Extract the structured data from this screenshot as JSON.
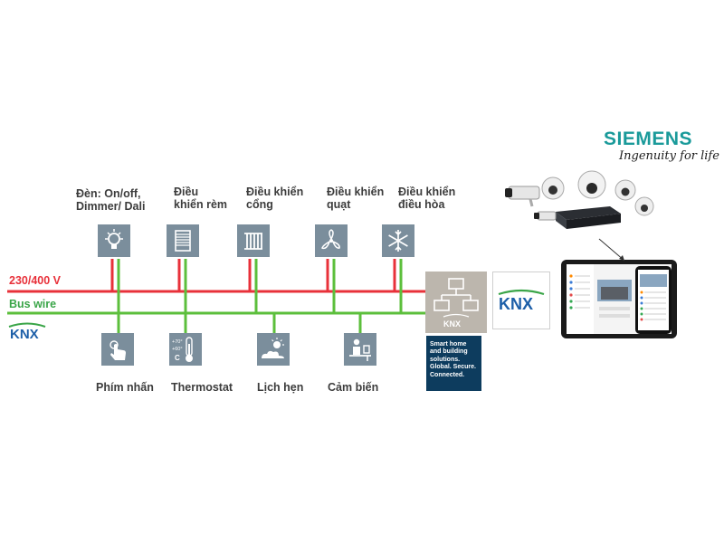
{
  "brand": {
    "name": "SIEMENS",
    "slogan": "Ingenuity for life"
  },
  "bus": {
    "power_label": "230/400 V",
    "bus_label": "Bus wire",
    "knx_logo": "KNX"
  },
  "colors": {
    "power_line": "#e8313a",
    "bus_line": "#5cbf3c",
    "icon_bg": "#7b8e9c",
    "knx_green": "#3aa548",
    "knx_blue": "#1d5fa8",
    "brand_teal": "#1a9a9a",
    "gateway_bg": "#bcb6ad",
    "panel_bg": "#0d3c5e"
  },
  "actuators": [
    {
      "label": "Đèn: On/off,\nDimmer/ Dali",
      "icon": "bulb-icon"
    },
    {
      "label": "Điều\nkhiển rèm",
      "icon": "blinds-icon"
    },
    {
      "label": "Điều khiển\ncổng",
      "icon": "gate-icon"
    },
    {
      "label": "Điều khiển\nquạt",
      "icon": "fan-icon"
    },
    {
      "label": "Điều khiển\nđiều hòa",
      "icon": "snowflake-icon"
    }
  ],
  "sensors": [
    {
      "label": "Phím nhấn",
      "icon": "push-button-icon"
    },
    {
      "label": "Thermostat",
      "icon": "thermometer-icon",
      "icon_text": [
        "+70°",
        "+60°",
        "C"
      ]
    },
    {
      "label": "Lịch hẹn",
      "icon": "sun-cloud-icon"
    },
    {
      "label": "Cảm biến",
      "icon": "person-desk-icon"
    }
  ],
  "gateway": {
    "icon": "network-icon",
    "logo": "KNX"
  },
  "knx_badge": "KNX",
  "smart_home_text": "Smart home\nand building\nsolutions.\nGlobal. Secure.\nConnected.",
  "devices": {
    "cameras": "cctv-cameras-icon",
    "tablet": "tablet-app-icon"
  }
}
